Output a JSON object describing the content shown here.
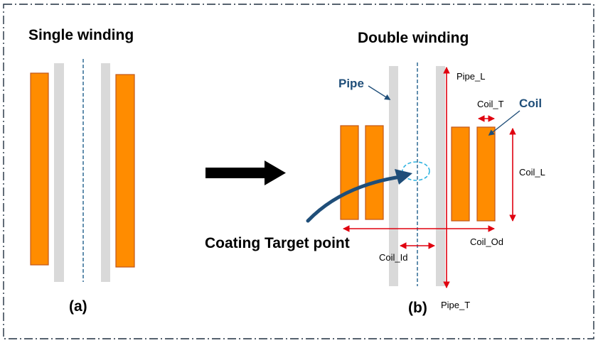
{
  "titles": {
    "single": "Single winding",
    "double": "Double winding"
  },
  "panels": {
    "a": "(a)",
    "b": "(b)"
  },
  "callouts": {
    "pipe": "Pipe",
    "coil": "Coil",
    "target": "Coating Target point"
  },
  "dimensions": {
    "pipe_l": "Pipe_L",
    "pipe_t": "Pipe_T",
    "coil_t": "Coil_T",
    "coil_l": "Coil_L",
    "coil_id": "Coil_Id",
    "coil_od": "Coil_Od"
  },
  "colors": {
    "coil_fill": "#ff8c00",
    "coil_stroke": "#c0561a",
    "pipe_fill": "#d9d9d9",
    "dimension": "#e0000f",
    "callout": "#1f4e79",
    "target_circle": "#2fb3e0",
    "axis": "#1f5f8b"
  }
}
